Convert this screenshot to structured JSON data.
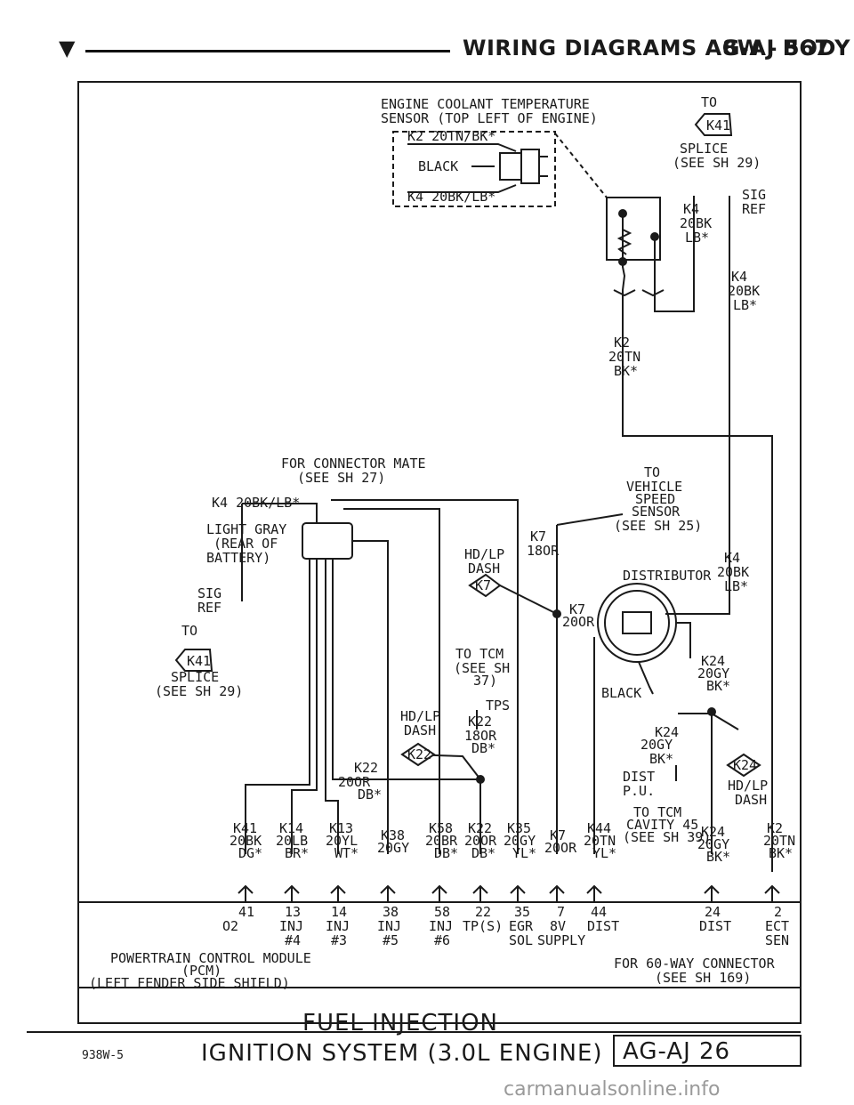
{
  "header": {
    "arrow": "▼",
    "title": "WIRING DIAGRAMS AG-AJ BODY",
    "page": "8W - 567"
  },
  "sensor": {
    "title_1": "ENGINE COOLANT TEMPERATURE",
    "title_2": "SENSOR (TOP LEFT OF ENGINE)",
    "wire_top": "K2 20TN/BK*",
    "color": "BLACK",
    "wire_bottom": "K4 20BK/LB*"
  },
  "splice_top": {
    "to": "TO",
    "tag": "K4",
    "tag_num": "1",
    "splice": "SPLICE",
    "see": "(SEE SH 29)",
    "sig": "SIG",
    "ref": "REF"
  },
  "wires": {
    "k4_a": [
      "K4",
      "20BK",
      "LB*"
    ],
    "k4_b": [
      "K4",
      "20BK",
      "LB*"
    ],
    "k2_a": [
      "K2",
      "20TN",
      "BK*"
    ],
    "k4_c": [
      "K4",
      "20BK",
      "LB*"
    ],
    "k7_a": [
      "K7",
      "18OR"
    ],
    "k7_b": [
      "K7",
      "20OR"
    ],
    "k24_a": [
      "K24",
      "20GY",
      "BK*"
    ],
    "k24_b": [
      "K24",
      "20GY",
      "BK*"
    ],
    "k22_a": [
      "K22",
      "18OR",
      "DB*"
    ],
    "k22_b": [
      "K22",
      "20OR",
      "DB*"
    ]
  },
  "connector_mate": {
    "line_1": "FOR CONNECTOR MATE",
    "line_2": "(SEE SH 27)",
    "wire": "K4 20BK/LB*",
    "color_1": "LIGHT GRAY",
    "color_2": "(REAR OF",
    "color_3": "BATTERY)"
  },
  "splice_left": {
    "sig": "SIG",
    "ref": "REF",
    "to": "TO",
    "tag": "K4",
    "tag_num": "1",
    "splice": "SPLICE",
    "see": "(SEE SH 29)"
  },
  "vss": {
    "to": "TO",
    "l1": "VEHICLE",
    "l2": "SPEED",
    "l3": "SENSOR",
    "see": "(SEE SH 25)"
  },
  "hdlp_k7": {
    "l1": "HD/LP",
    "l2": "DASH",
    "tag": "K7"
  },
  "distributor": {
    "label": "DISTRIBUTOR",
    "color": "BLACK"
  },
  "tcm_tps": {
    "l1": "TO TCM",
    "l2": "(SEE SH",
    "l3": "37)",
    "tps": "TPS"
  },
  "hdlp_k22": {
    "l1": "HD/LP",
    "l2": "DASH",
    "tag": "K22"
  },
  "dist_pu": {
    "l1": "DIST",
    "l2": "P.U."
  },
  "hdlp_k24": {
    "tag": "K24",
    "l1": "HD/LP",
    "l2": "DASH"
  },
  "tcm_cavity": {
    "l1": "TO TCM",
    "l2": "CAVITY 45",
    "l3": "(SEE SH 39)"
  },
  "bottom_wires": [
    {
      "l1": "K41",
      "l2": "20BK",
      "l3": "DG*"
    },
    {
      "l1": "K14",
      "l2": "20LB",
      "l3": "BR*"
    },
    {
      "l1": "K13",
      "l2": "20YL",
      "l3": "WT*"
    },
    {
      "l1": "K38",
      "l2": "20GY",
      "l3": ""
    },
    {
      "l1": "K58",
      "l2": "20BR",
      "l3": "DB*"
    },
    {
      "l1": "K22",
      "l2": "20OR",
      "l3": "DB*"
    },
    {
      "l1": "K35",
      "l2": "20GY",
      "l3": "YL*"
    },
    {
      "l1": "K7",
      "l2": "20OR",
      "l3": ""
    },
    {
      "l1": "K44",
      "l2": "20TN",
      "l3": "YL*"
    },
    {
      "l1": "K24",
      "l2": "20GY",
      "l3": "BK*"
    },
    {
      "l1": "K2",
      "l2": "20TN",
      "l3": "BK*"
    }
  ],
  "pcm_pins": [
    {
      "pin": "41",
      "f1": "O2",
      "f2": ""
    },
    {
      "pin": "13",
      "f1": "INJ",
      "f2": "#4"
    },
    {
      "pin": "14",
      "f1": "INJ",
      "f2": "#3"
    },
    {
      "pin": "38",
      "f1": "INJ",
      "f2": "#5"
    },
    {
      "pin": "58",
      "f1": "INJ",
      "f2": "#6"
    },
    {
      "pin": "22",
      "f1": "TP(S)",
      "f2": ""
    },
    {
      "pin": "35",
      "f1": "EGR",
      "f2": "SOL"
    },
    {
      "pin": "7",
      "f1": "8V",
      "f2": "SUPPLY"
    },
    {
      "pin": "44",
      "f1": "DIST",
      "f2": ""
    },
    {
      "pin": "24",
      "f1": "DIST",
      "f2": ""
    },
    {
      "pin": "2",
      "f1": "ECT",
      "f2": "SEN"
    }
  ],
  "pcm": {
    "l1": "POWERTRAIN CONTROL MODULE",
    "l2": "(PCM)",
    "l3": "(LEFT FENDER SIDE SHIELD)",
    "note_1": "FOR 60-WAY CONNECTOR",
    "note_2": "(SEE SH 169)"
  },
  "footer": {
    "id": "938W-5",
    "title_1": "FUEL INJECTION",
    "title_2": "IGNITION SYSTEM (3.0L ENGINE)",
    "ref": "AG-AJ 26"
  },
  "watermark": "carmanualsonline.info"
}
